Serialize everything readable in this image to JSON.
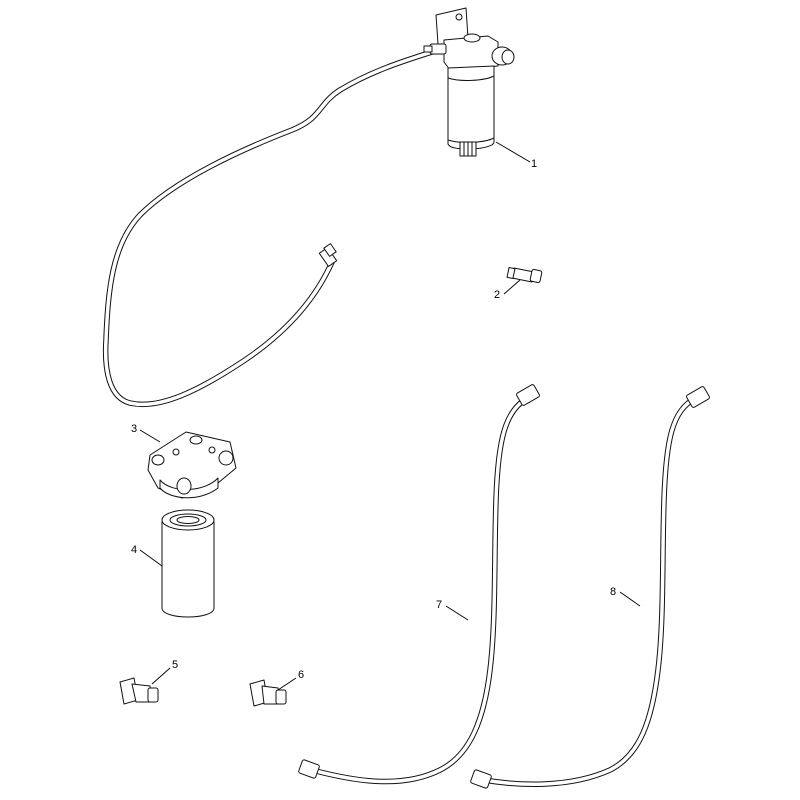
{
  "callouts": [
    {
      "id": "part-1",
      "label": "1"
    },
    {
      "id": "part-2",
      "label": "2"
    },
    {
      "id": "part-3",
      "label": "3"
    },
    {
      "id": "part-4",
      "label": "4"
    },
    {
      "id": "part-5",
      "label": "5"
    },
    {
      "id": "part-6",
      "label": "6"
    },
    {
      "id": "part-7",
      "label": "7"
    },
    {
      "id": "part-8",
      "label": "8"
    }
  ]
}
